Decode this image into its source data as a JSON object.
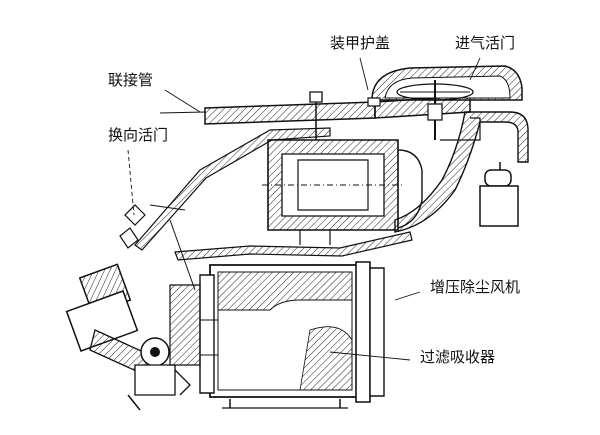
{
  "labels": {
    "armor_cover": "装甲护盖",
    "intake_valve": "进气活门",
    "connecting_pipe": "联接管",
    "reversing_valve": "换向活门",
    "blower": "增压除尘风机",
    "filter_absorber": "过滤吸收器"
  },
  "colors": {
    "ink": "#111111",
    "paper": "#ffffff",
    "hatch": "#222222"
  }
}
